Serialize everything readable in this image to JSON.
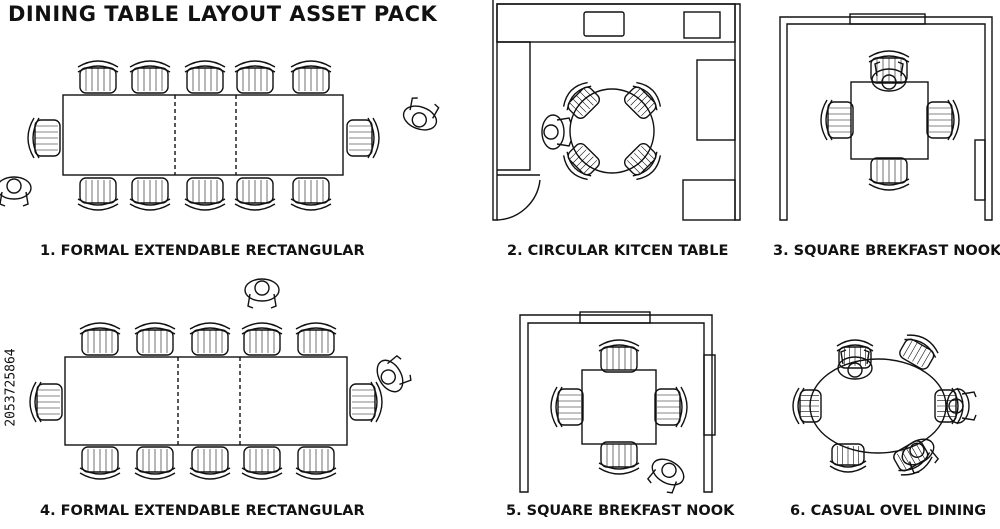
{
  "title": "DINING  TABLE LAYOUT ASSET PACK",
  "captions": {
    "c1": "1. FORMAL EXTENDABLE RECTANGULAR",
    "c2": "2. CIRCULAR KITCEN TABLE",
    "c3": "3. SQUARE BREKFAST NOOK",
    "c4": "4. FORMAL EXTENDABLE RECTANGULAR",
    "c5": "5. SQUARE BREKFAST NOOK",
    "c6": "6. CASUAL OVEL DINING"
  },
  "stock_id": "2053725864",
  "colors": {
    "ink": "#111111",
    "background": "#ffffff"
  }
}
